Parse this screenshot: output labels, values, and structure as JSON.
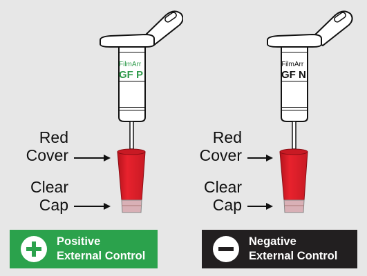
{
  "colors": {
    "background": "#e7e7e7",
    "positive_badge": "#2ba24c",
    "negative_badge": "#221f20",
    "cover_red": "#e0202b",
    "positive_label_text": "#2e9a4a",
    "negative_label_text": "#111111"
  },
  "positive": {
    "pouch_brand": "FilmArr",
    "pouch_code": "GF P",
    "red_cover_label": [
      "Red",
      "Cover"
    ],
    "clear_cap_label": [
      "Clear",
      "Cap"
    ],
    "badge_icon": "plus-icon",
    "badge_text": [
      "Positive",
      "External Control"
    ]
  },
  "negative": {
    "pouch_brand": "FilmArr",
    "pouch_code": "GF N",
    "red_cover_label": [
      "Red",
      "Cover"
    ],
    "clear_cap_label": [
      "Clear",
      "Cap"
    ],
    "badge_icon": "minus-icon",
    "badge_text": [
      "Negative",
      "External Control"
    ]
  }
}
